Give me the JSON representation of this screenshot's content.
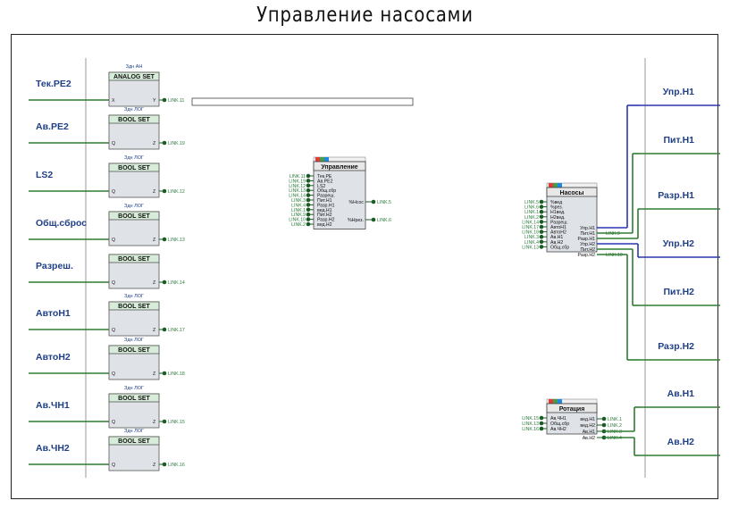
{
  "title": "Управление насосами",
  "inputs": [
    {
      "label": "Тек.РЕ2",
      "block": "ANALOG SET",
      "tag": "Здн АН",
      "in_pin": "X",
      "out_pin": "Y",
      "link": "LINK.11"
    },
    {
      "label": "Ав.РЕ2",
      "block": "BOOL SET",
      "tag": "Здн ЛОГ",
      "in_pin": "Q",
      "out_pin": "Z",
      "link": "LINK.19"
    },
    {
      "label": "LS2",
      "block": "BOOL SET",
      "tag": "Здн ЛОГ",
      "in_pin": "Q",
      "out_pin": "Z",
      "link": "LINK.12"
    },
    {
      "label": "Общ.сброс",
      "block": "BOOL SET",
      "tag": "Здн ЛОГ",
      "in_pin": "Q",
      "out_pin": "Z",
      "link": "LINK.13"
    },
    {
      "label": "Разреш.",
      "block": "BOOL SET",
      "tag": "",
      "in_pin": "Q",
      "out_pin": "Z",
      "link": "LINK.14"
    },
    {
      "label": "АвтоН1",
      "block": "BOOL SET",
      "tag": "Здн ЛОГ",
      "in_pin": "Q",
      "out_pin": "Z",
      "link": "LINK.17"
    },
    {
      "label": "АвтоН2",
      "block": "BOOL SET",
      "tag": "Здн ЛОГ",
      "in_pin": "Q",
      "out_pin": "Z",
      "link": "LINK.18"
    },
    {
      "label": "Ав.ЧН1",
      "block": "BOOL SET",
      "tag": "Здн ЛОГ",
      "in_pin": "Q",
      "out_pin": "Z",
      "link": "LINK.15"
    },
    {
      "label": "Ав.ЧН2",
      "block": "BOOL SET",
      "tag": "Здн ЛОГ",
      "in_pin": "Q",
      "out_pin": "Z",
      "link": "LINK.16"
    }
  ],
  "upravlenie": {
    "title": "Управление",
    "in_links": [
      "LINK.11",
      "LINK.19",
      "LINK.12",
      "LINK.13",
      "LINK.14",
      "LINK.3",
      "LINK.4",
      "LINK.1",
      "LINK.9",
      "LINK.10",
      "LINK.2"
    ],
    "in_pins": [
      "Тек.РЕ",
      "Ав.РЕ2",
      "LS2",
      "Общ.сбр",
      "Разреш.",
      "Пит.Н1",
      "Разр.Н1",
      "вед.Н1",
      "Пит.Н2",
      "Разр.Н2",
      "вед.Н2"
    ],
    "out_pins": [
      "%Нсос",
      "%Нрез."
    ],
    "out_links": [
      "LINK.5",
      "LINK.6"
    ]
  },
  "nasosy": {
    "title": "Насосы",
    "in_links": [
      "LINK.5",
      "LINK.6",
      "LINK.1",
      "LINK.2",
      "LINK.14",
      "LINK.17",
      "LINK.18",
      "LINK.3",
      "LINK.4",
      "LINK.13"
    ],
    "in_pins": [
      "%вед",
      "%рез.",
      "Н1вед.",
      "Н2вед.",
      "Разреш.",
      "АвтоН1",
      "АвтоН2",
      "Ав.Н1",
      "Ав.Н2",
      "Общ.сбр"
    ],
    "out_pins": [
      "Упр.Н1",
      "Пит.Н1",
      "Разр.Н1",
      "Упр.Н2",
      "Пит.Н2",
      "Разр.Н2"
    ],
    "out_links": [
      "LINK.9",
      "LINK.10"
    ]
  },
  "rotaciya": {
    "title": "Ротация",
    "in_links": [
      "LINK.15",
      "LINK.13",
      "LINK.16"
    ],
    "in_pins": [
      "Ав.ЧН1",
      "Общ.сбр",
      "Ав.ЧН2"
    ],
    "out_pins": [
      "вед.Н1",
      "вед.Н2",
      "Ав.Н1",
      "Ав.Н2"
    ],
    "out_links": [
      "LINK.1",
      "LINK.2",
      "LINK.3",
      "LINK.4"
    ]
  },
  "outputs": [
    "Упр.Н1",
    "Пит.Н1",
    "Разр.Н1",
    "Упр.Н2",
    "Пит.Н2",
    "Разр.Н2",
    "Ав.Н1",
    "Ав.Н2"
  ],
  "colors": {
    "wire_green": "#2e7d32",
    "wire_blue": "#2b35b0",
    "label_blue": "#1f3f86",
    "block_fill": "#dfe3e8",
    "block_header": "#d7ecd9"
  }
}
